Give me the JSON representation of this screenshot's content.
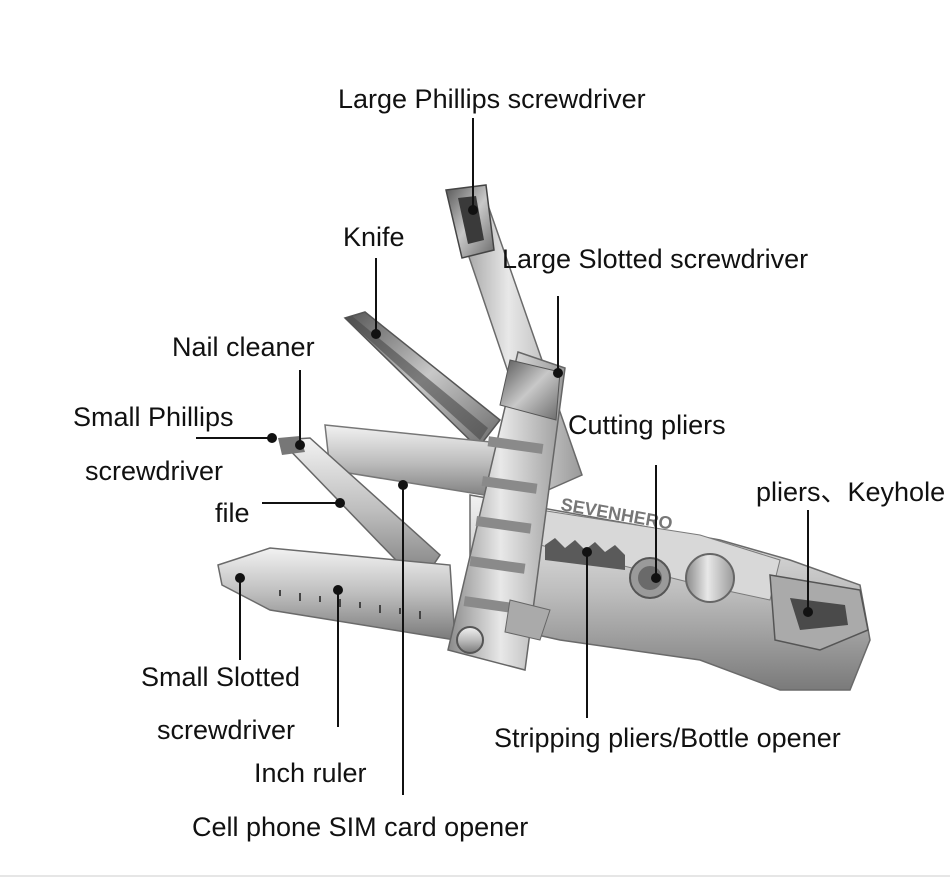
{
  "colors": {
    "background": "#ffffff",
    "text": "#111111",
    "leader_line": "#111111",
    "steel_light": "#e6e6e6",
    "steel_mid": "#b4b4b4",
    "steel_dark": "#6e6e6e"
  },
  "tool": {
    "brand": "SEVENHERO"
  },
  "labels": {
    "large_phillips": "Large Phillips screwdriver",
    "knife": "Knife",
    "large_slotted": "Large Slotted screwdriver",
    "nail_cleaner": "Nail cleaner",
    "small_phillips_1": "Small Phillips",
    "small_phillips_2": "screwdriver",
    "cutting_pliers": "Cutting pliers",
    "pliers_keyhole": "pliers、Keyhole",
    "file": "file",
    "small_slotted_1": "Small Slotted",
    "small_slotted_2": "screwdriver",
    "stripping_pliers": "Stripping pliers/Bottle opener",
    "inch_ruler": "Inch ruler",
    "sim_opener": "Cell phone SIM card opener"
  }
}
